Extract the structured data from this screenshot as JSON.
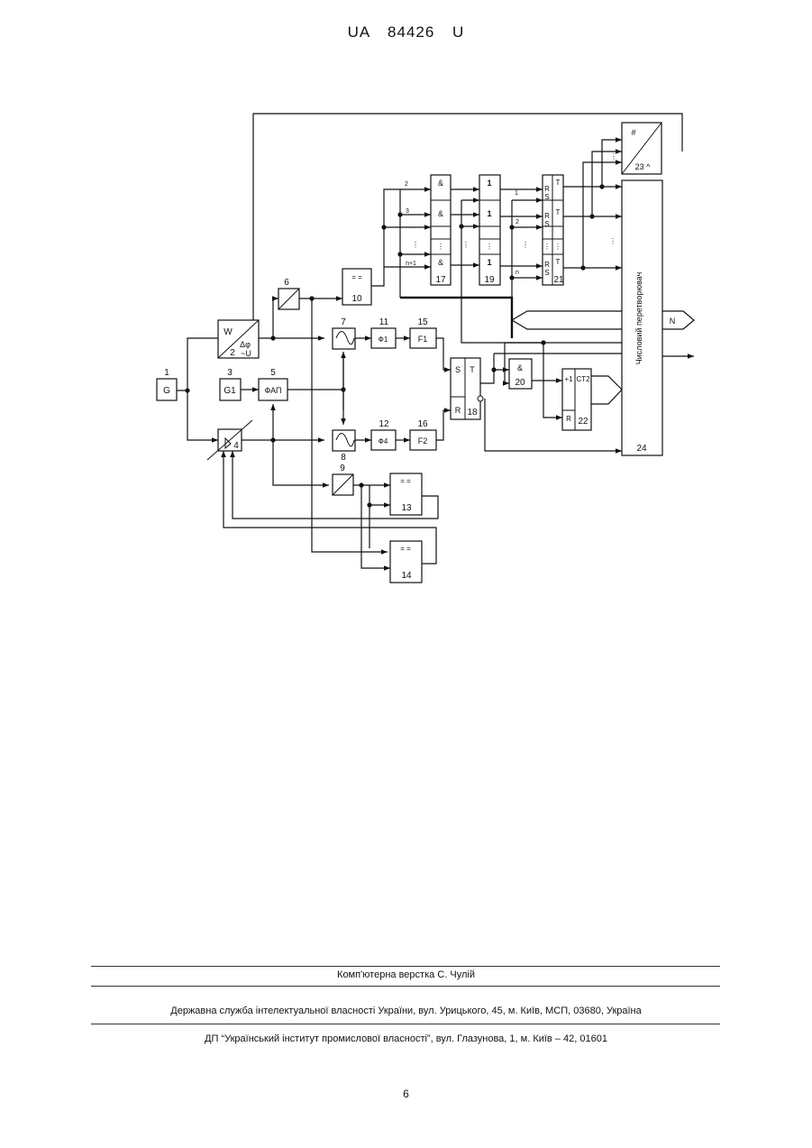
{
  "header": {
    "doc_id": "UA   84426   U"
  },
  "diagram": {
    "block_labels": {
      "b1_num": "1",
      "b1": "G",
      "b2_W": "W",
      "b2_dphi": "Δφ",
      "b2_num": "2",
      "b2_U": "~U",
      "b3_num": "3",
      "b3": "G1",
      "b4_num": "4",
      "b5_num": "5",
      "b5": "ФАП",
      "b6_num": "6",
      "b7_num": "7",
      "b8_num": "8",
      "b9_num": "9",
      "b10_sym": "= =",
      "b10_num": "10",
      "b11_num": "11",
      "b11": "Ф1",
      "b12_num": "12",
      "b12": "Ф4",
      "b13_sym": "= =",
      "b13_num": "13",
      "b14_sym": "= =",
      "b14_num": "14",
      "b15_num": "15",
      "b15": "F1",
      "b16_num": "16",
      "b16": "F2",
      "and_sym": "&",
      "b17_num": "17",
      "or_sym": "1",
      "b19_num": "19",
      "rs_r": "R",
      "rs_s": "S",
      "rs_t": "T",
      "b21_num": "21",
      "b18_s": "S",
      "b18_t": "T",
      "b18_r": "R",
      "b18_num": "18",
      "b20_sym": "&",
      "b20_num": "20",
      "b22_plus": "+1",
      "b22_ct": "CT2",
      "b22_r": "R",
      "b22_num": "22",
      "b23_sym": "#",
      "b23_num": "23 ^",
      "b24_title": "Числовий перетворювач",
      "b24_num": "24",
      "out_N": "N",
      "idx_2": "2",
      "idx_3": "3",
      "idx_n1": "n+1",
      "idx_1": "1",
      "idx_2b": "2",
      "idx_n": "n",
      "dots": "⋮"
    }
  },
  "footer": {
    "composer": "Комп'ютерна верстка С. Чулій",
    "agency": "Державна служба інтелектуальної власності України, вул. Урицького, 45, м. Київ, МСП, 03680, Україна",
    "institute": "ДП “Український інститут промислової власності”, вул. Глазунова, 1, м. Київ – 42, 01601"
  },
  "page": {
    "number": "6"
  }
}
